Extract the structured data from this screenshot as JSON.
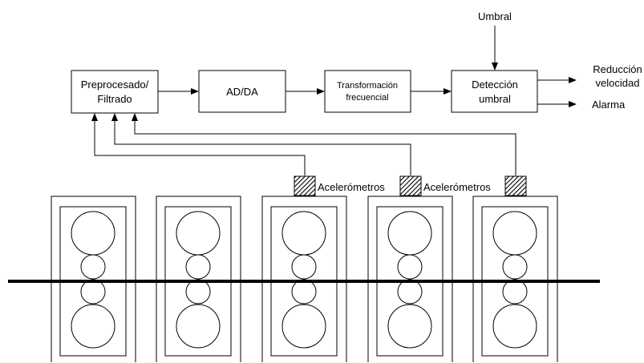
{
  "blocks": {
    "preproc": [
      "Preprocesado/",
      "Filtrado"
    ],
    "adda": [
      "AD/DA"
    ],
    "transform": [
      "Transformación",
      "frecuencial"
    ],
    "detect": [
      "Detección",
      "umbral"
    ]
  },
  "inputs": {
    "threshold": "Umbral"
  },
  "outputs": {
    "speed": [
      "Reducción",
      "velocidad"
    ],
    "alarm": "Alarma"
  },
  "sensors": {
    "label": "Acelerómetros",
    "count": 3,
    "hatch_color": "#000000"
  },
  "mill": {
    "stands": 5
  }
}
